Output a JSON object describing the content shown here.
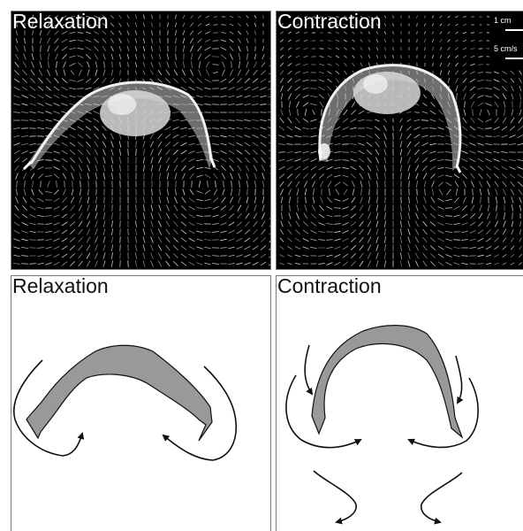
{
  "panels": {
    "top_left": {
      "title": "Relaxation"
    },
    "top_right": {
      "title": "Contraction",
      "scale_length": "1 cm",
      "scale_velocity": "5 cm/s"
    },
    "bottom_left": {
      "title": "Relaxation"
    },
    "bottom_right": {
      "title": "Contraction"
    }
  },
  "colors": {
    "photo_background": "#000000",
    "vectors": "#ffffff",
    "body_fill": "#999999",
    "outline": "#111111"
  },
  "icons": [
    "jellyfish-photo",
    "velocity-vector-field",
    "jellyfish-outline",
    "flow-arrow"
  ]
}
